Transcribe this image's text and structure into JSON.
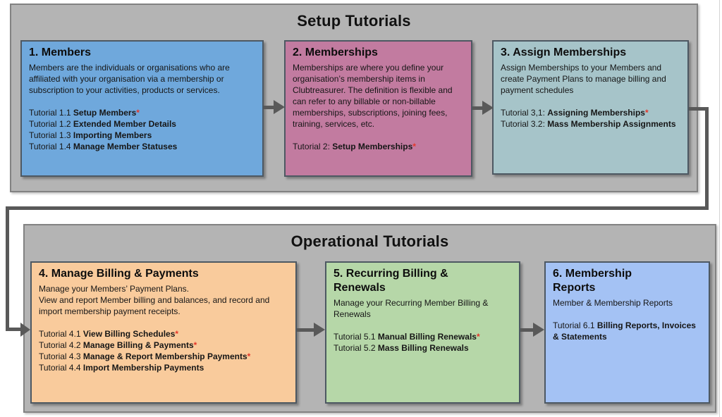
{
  "sections": [
    {
      "title": "Setup Tutorials",
      "boxes": [
        {
          "title": "1. Members",
          "desc": "Members are the individuals or organisations who are affiliated with your organisation via a membership or subscription to your activities, products or services.",
          "tutorials": [
            {
              "prefix": "Tutorial 1.1 ",
              "name": "Setup Members",
              "star": "*"
            },
            {
              "prefix": "Tutorial 1.2 ",
              "name": "Extended Member Details",
              "star": ""
            },
            {
              "prefix": "Tutorial 1.3 ",
              "name": "Importing Members",
              "star": ""
            },
            {
              "prefix": "Tutorial 1.4 ",
              "name": "Manage Member Statuses",
              "star": ""
            }
          ]
        },
        {
          "title": "2. Memberships",
          "desc": "Memberships are where you define your organisation’s membership items in Clubtreasurer. The definition is flexible and can refer to any billable or non-billable memberships, subscriptions, joining fees, training, services, etc.",
          "tutorials": [
            {
              "prefix": "Tutorial 2: ",
              "name": "Setup Memberships",
              "star": "*"
            }
          ]
        },
        {
          "title": "3. Assign Memberships",
          "desc": "Assign Memberships to your Members and create Payment Plans to manage billing and payment schedules",
          "tutorials": [
            {
              "prefix": "Tutorial 3,1: ",
              "name": "Assigning Memberships",
              "star": "*"
            },
            {
              "prefix": "Tutorial 3.2: ",
              "name": "Mass Membership Assignments",
              "star": ""
            }
          ]
        }
      ]
    },
    {
      "title": "Operational Tutorials",
      "boxes": [
        {
          "title": "4. Manage Billing & Payments",
          "desc": "Manage your Members’ Payment Plans.",
          "desc2": "View and report Member billing and balances, and record and import membership payment receipts.",
          "tutorials": [
            {
              "prefix": "Tutorial 4.1 ",
              "name": "View Billing Schedules",
              "star": "*"
            },
            {
              "prefix": "Tutorial 4.2 ",
              "name": "Manage Billing & Payments",
              "star": "*"
            },
            {
              "prefix": "Tutorial 4.3 ",
              "name": "Manage & Report Membership Payments",
              "star": "*"
            },
            {
              "prefix": "Tutorial 4.4 ",
              "name": "Import Membership Payments",
              "star": ""
            }
          ]
        },
        {
          "title": "5. Recurring Billing & Renewals",
          "desc": "Manage your Recurring Member Billing & Renewals",
          "tutorials": [
            {
              "prefix": "Tutorial 5.1 ",
              "name": "Manual Billing Renewals",
              "star": "*"
            },
            {
              "prefix": "Tutorial 5.2 ",
              "name": "Mass Billing Renewals",
              "star": ""
            }
          ]
        },
        {
          "title": "6. Membership Reports",
          "desc": "Member & Membership Reports",
          "tutorials": [
            {
              "prefix": "Tutorial 6.1 ",
              "name": "Billing Reports, Invoices & Statements",
              "star": ""
            }
          ]
        }
      ]
    }
  ],
  "palette": {
    "section_fill": "#b4b4b4",
    "section_border": "#828282",
    "box_border": "#4d5862",
    "box_fills": [
      "#6fa8dc",
      "#c27ba0",
      "#a6c4c9",
      "#f9cb9c",
      "#b6d7a8",
      "#a4c2f4"
    ],
    "arrow": "#595959",
    "required_star": "#e5372a"
  }
}
